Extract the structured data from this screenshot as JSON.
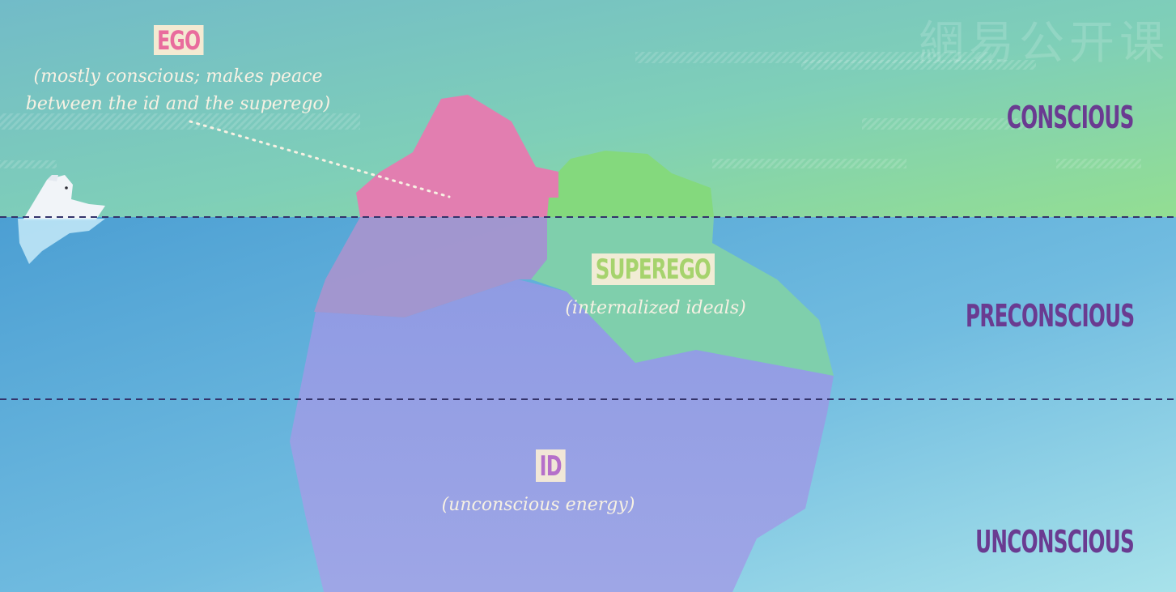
{
  "layers": {
    "conscious": "CONSCIOUS",
    "preconscious": "PRECONSCIOUS",
    "unconscious": "UNCONSCIOUS"
  },
  "ego": {
    "title": "EGO",
    "description_line1": "(mostly conscious; makes peace",
    "description_line2": "between the id and the superego)"
  },
  "superego": {
    "title": "SUPEREGO",
    "description": "(internalized ideals)"
  },
  "id": {
    "title": "ID",
    "description": "(unconscious energy)"
  },
  "watermark": "網易公开课",
  "colors": {
    "sky_top": "#7cc3c6",
    "sky_bottom": "#8bd9a2",
    "water_top": "#57a7d6",
    "water_bottom": "#9ddbe6",
    "ego": "#e77fb1",
    "superego": "#86da7c",
    "id": "#9aa1e4",
    "label_purple": "#6a3b91",
    "line_dark": "#34336a"
  },
  "icons": {
    "mascot": "polar-bear-icon"
  }
}
